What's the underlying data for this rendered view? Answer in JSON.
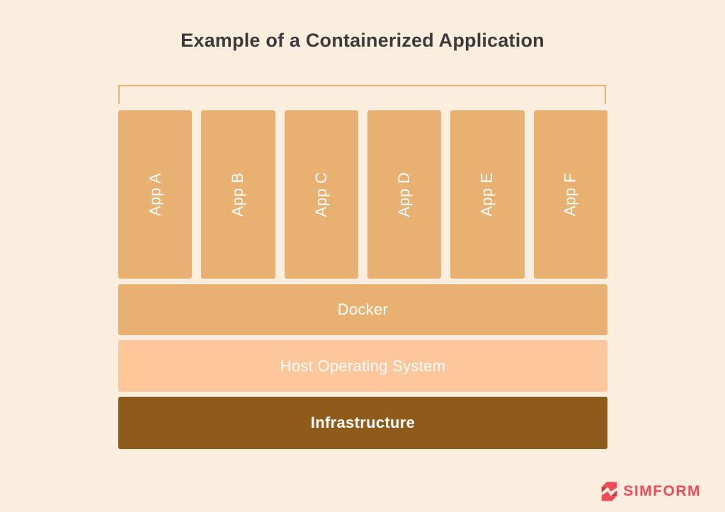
{
  "title": "Example of a Containerized Application",
  "diagram": {
    "apps": [
      "App A",
      "App B",
      "App C",
      "App D",
      "App E",
      "App F"
    ],
    "layers": [
      {
        "label": "Docker"
      },
      {
        "label": "Host Operating System"
      },
      {
        "label": "Infrastructure"
      }
    ]
  },
  "logo": {
    "text": "SIMFORM"
  },
  "colors": {
    "background": "#FCEEDF",
    "app_and_docker": "#E9B171",
    "host_os": "#FDC79B",
    "infrastructure": "#8E5B1B",
    "bracket_outline": "#F3AE70",
    "title_text": "#3B3B3B",
    "layer_text": "#FFFFFF",
    "logo_red": "#EE4A57"
  }
}
